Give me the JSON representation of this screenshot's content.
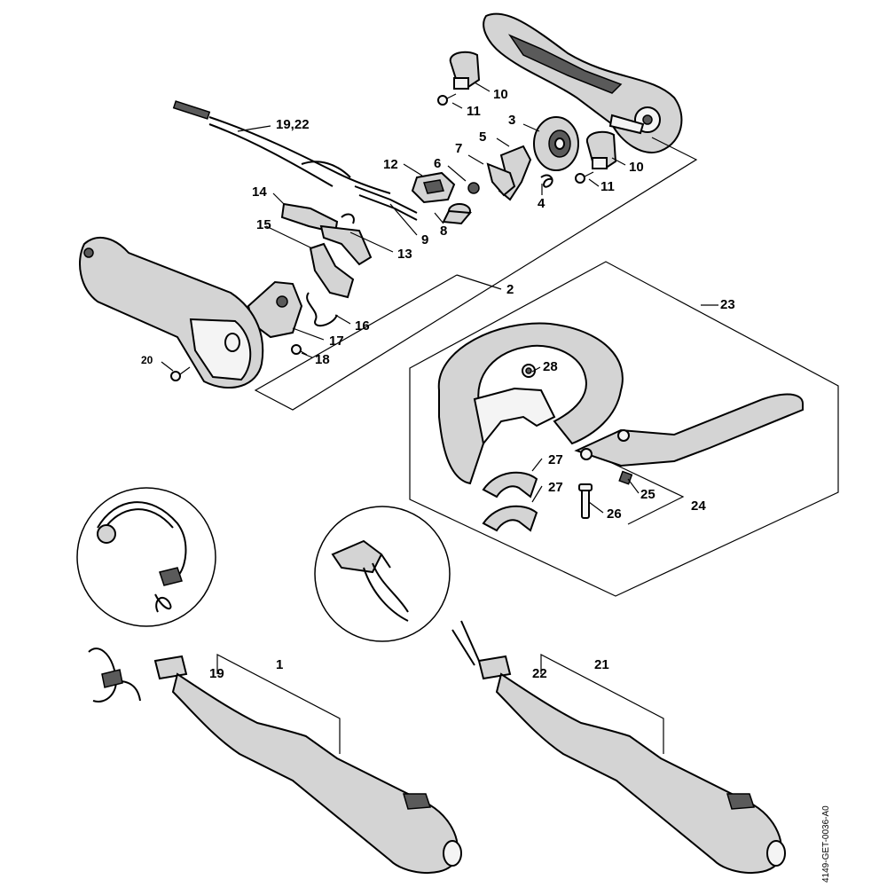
{
  "labels": {
    "p1": "1",
    "p2": "2",
    "p3": "3",
    "p4": "4",
    "p5": "5",
    "p6": "6",
    "p7": "7",
    "p8": "8",
    "p9": "9",
    "p10a": "10",
    "p10b": "10",
    "p11a": "11",
    "p11b": "11",
    "p12": "12",
    "p13": "13",
    "p14": "14",
    "p15": "15",
    "p16": "16",
    "p17": "17",
    "p18": "18",
    "p19": "19",
    "p19_22": "19,22",
    "p20": "20",
    "p21": "21",
    "p22": "22",
    "p23": "23",
    "p24": "24",
    "p25": "25",
    "p26": "26",
    "p27a": "27",
    "p27b": "27",
    "p28": "28"
  },
  "drawing_code": "4149-GET-0036-A0"
}
